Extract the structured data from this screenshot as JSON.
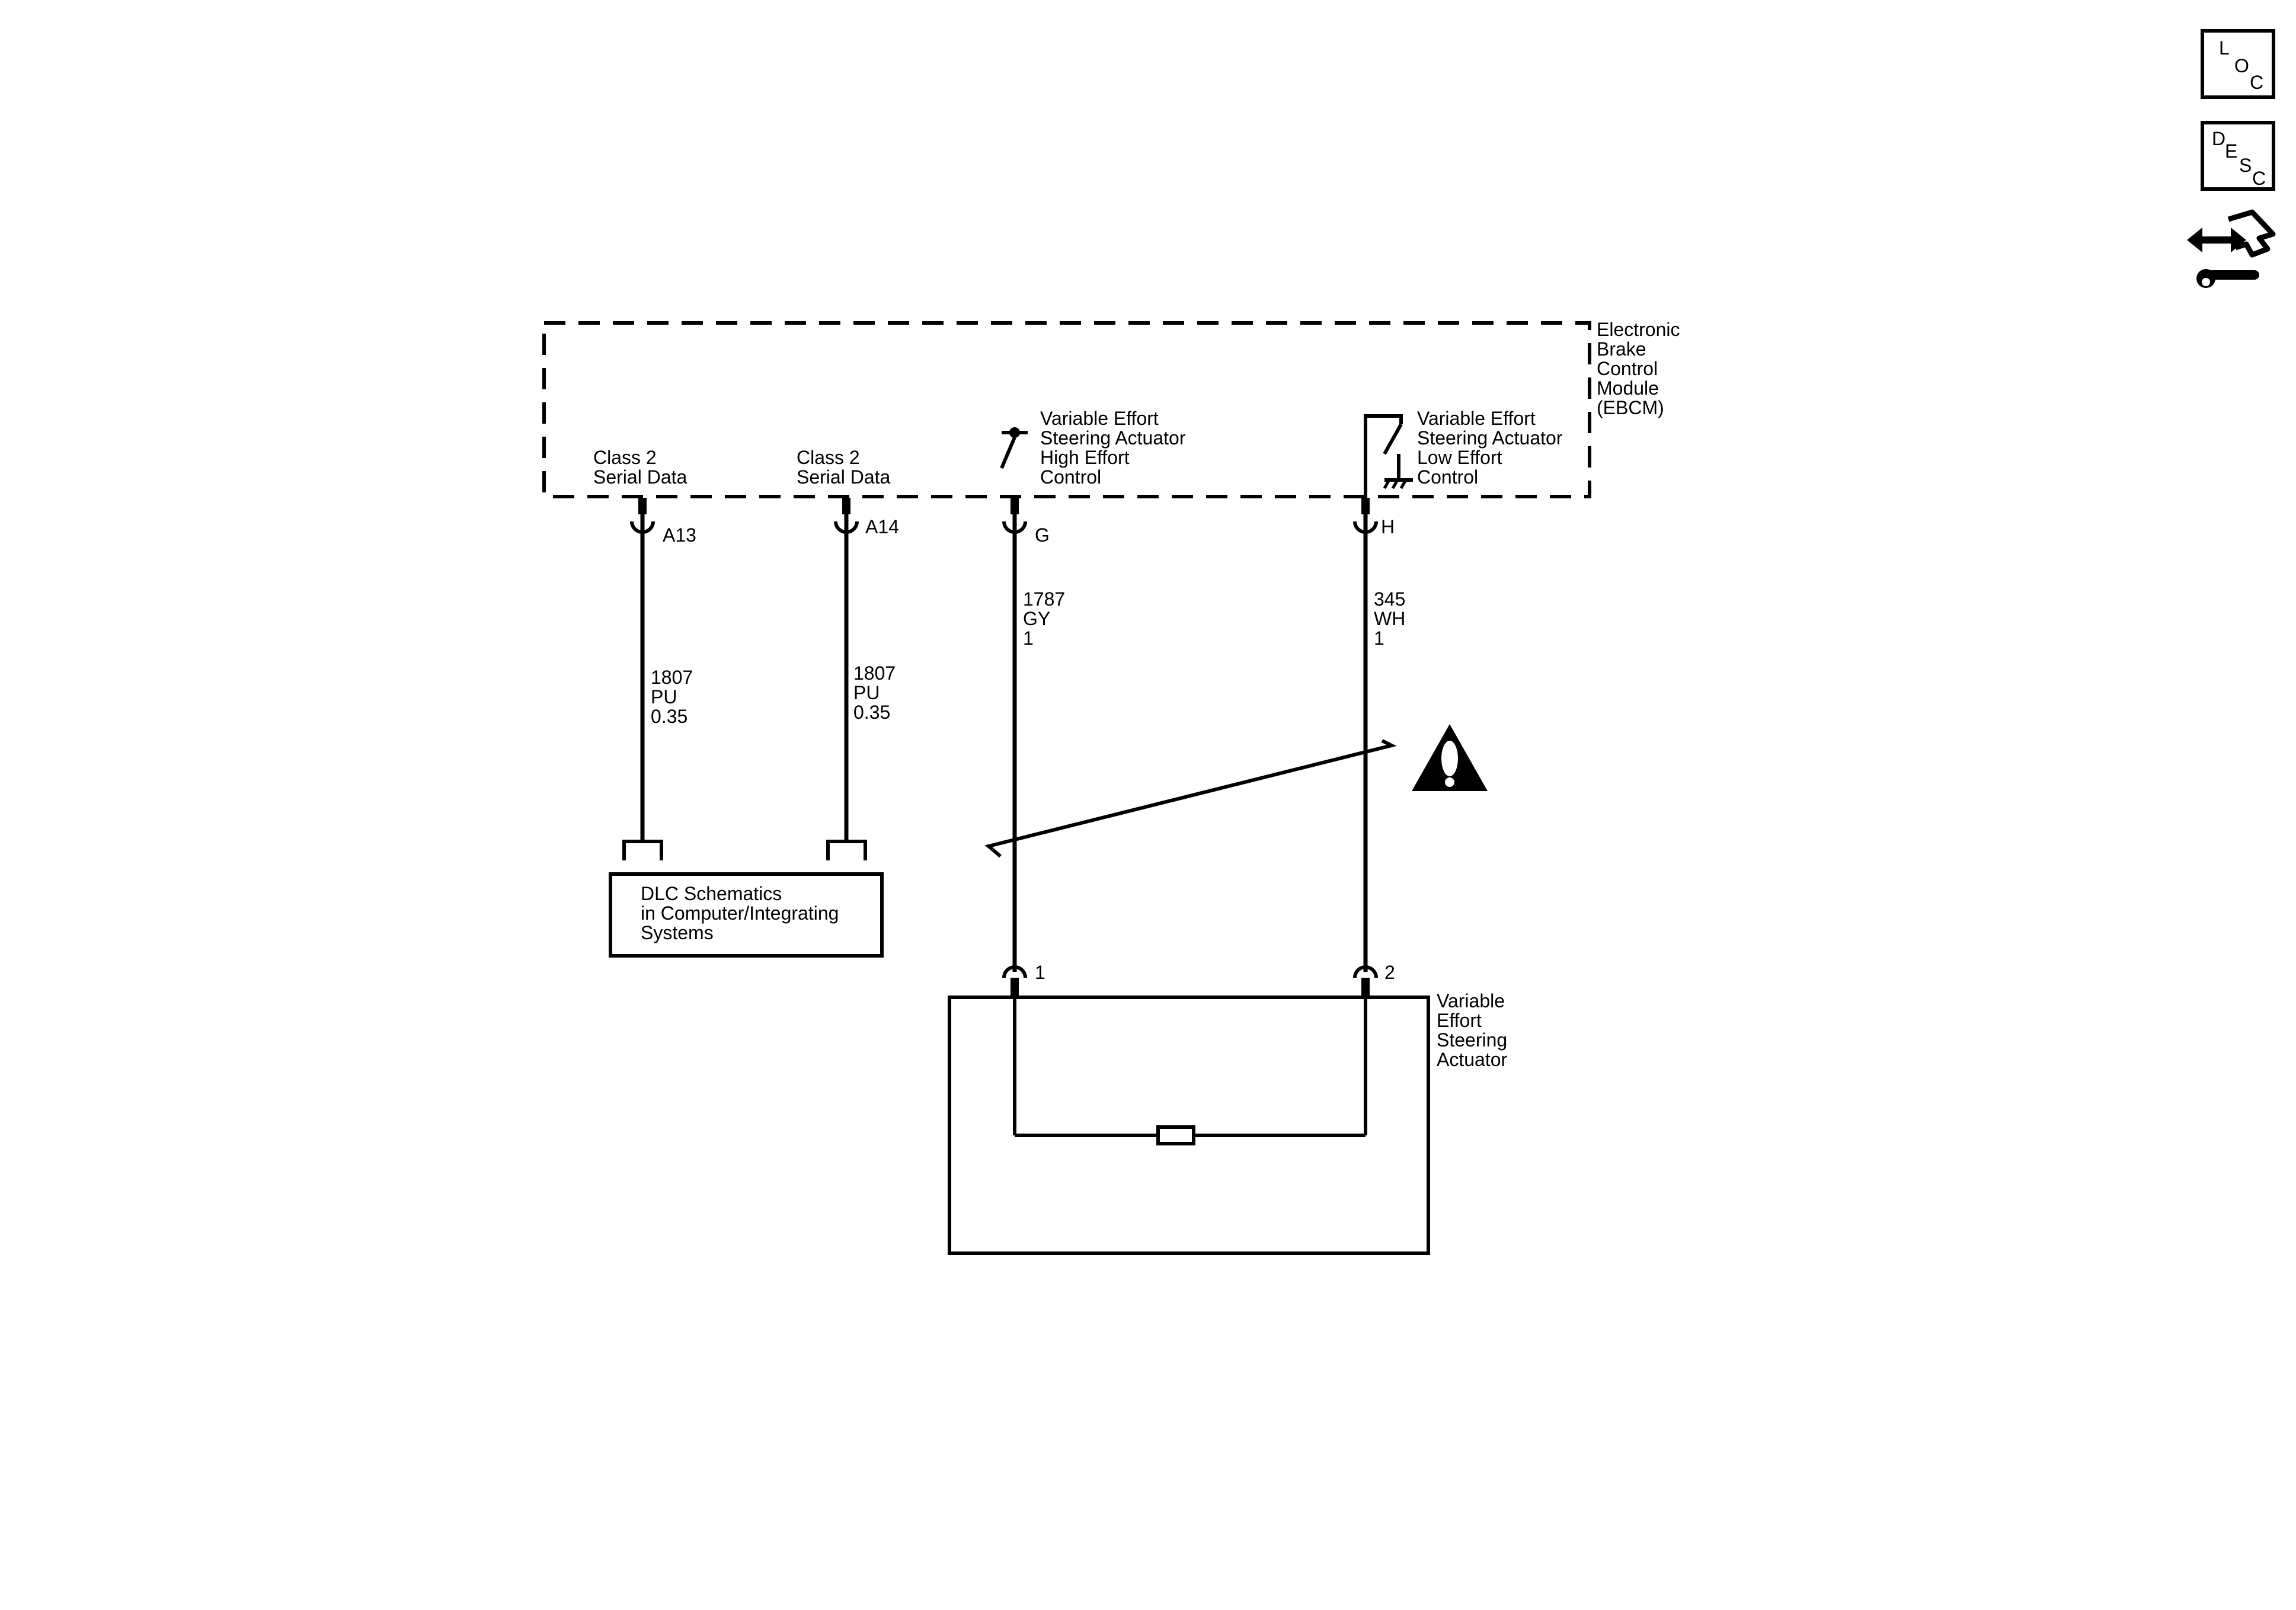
{
  "side_buttons": {
    "loc": [
      "L",
      "O",
      "C"
    ],
    "desc": [
      "D",
      "E",
      "S",
      "C"
    ]
  },
  "ebcm": {
    "title_lines": [
      "Electronic",
      "Brake",
      "Control",
      "Module",
      "(EBCM)"
    ]
  },
  "pins": {
    "a13": {
      "label_lines": [
        "Class 2",
        "Serial Data"
      ],
      "connector": "A13",
      "wire": [
        "1807",
        "PU",
        "0.35"
      ]
    },
    "a14": {
      "label_lines": [
        "Class 2",
        "Serial Data"
      ],
      "connector": "A14",
      "wire": [
        "1807",
        "PU",
        "0.35"
      ]
    },
    "g": {
      "label_lines": [
        "Variable Effort",
        "Steering Actuator",
        "High Effort",
        "Control"
      ],
      "connector": "G",
      "wire": [
        "1787",
        "GY",
        "1"
      ]
    },
    "h": {
      "label_lines": [
        "Variable Effort",
        "Steering Actuator",
        "Low Effort",
        "Control"
      ],
      "connector": "H",
      "wire": [
        "345",
        "WH",
        "1"
      ]
    }
  },
  "dlc_box": {
    "lines": [
      "DLC Schematics",
      "in Computer/Integrating",
      "Systems"
    ]
  },
  "actuator": {
    "title_lines": [
      "Variable",
      "Effort",
      "Steering",
      "Actuator"
    ],
    "pin1": "1",
    "pin2": "2"
  },
  "icons": {
    "warning": "warning-triangle-icon",
    "location": "loc-icon",
    "description": "desc-icon",
    "connector_repair": "connector-repair-icon"
  }
}
